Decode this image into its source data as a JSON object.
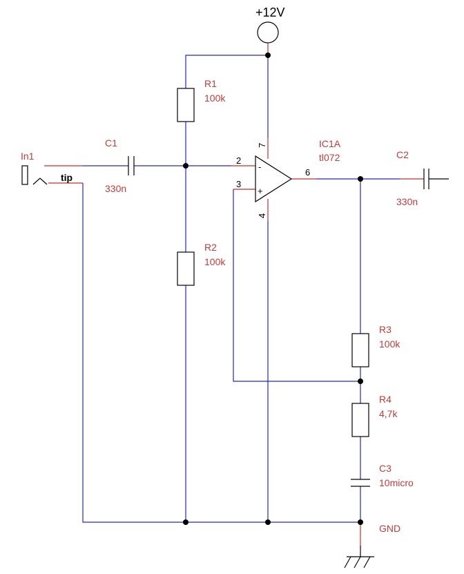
{
  "supply": {
    "label": "+12V"
  },
  "ground": {
    "label": "GND"
  },
  "input": {
    "ref": "In1",
    "tip_label": "tip"
  },
  "components": {
    "R1": {
      "ref": "R1",
      "value": "100k"
    },
    "R2": {
      "ref": "R2",
      "value": "100k"
    },
    "R3": {
      "ref": "R3",
      "value": "100k"
    },
    "R4": {
      "ref": "R4",
      "value": "4,7k"
    },
    "C1": {
      "ref": "C1",
      "value": "330n"
    },
    "C2": {
      "ref": "C2",
      "value": "330n"
    },
    "C3": {
      "ref": "C3",
      "value": "10micro"
    },
    "IC1A": {
      "ref": "IC1A",
      "value": "tl072"
    }
  },
  "opamp_pins": {
    "inverting": "2",
    "noninverting": "3",
    "output": "6",
    "vcc": "7",
    "vee": "4",
    "minus_sign": "-",
    "plus_sign": "+"
  },
  "colors": {
    "wire": "#2323d2",
    "pin_lead": "#cc2b2b",
    "label": "#c43a3a",
    "symbol": "#000000"
  }
}
